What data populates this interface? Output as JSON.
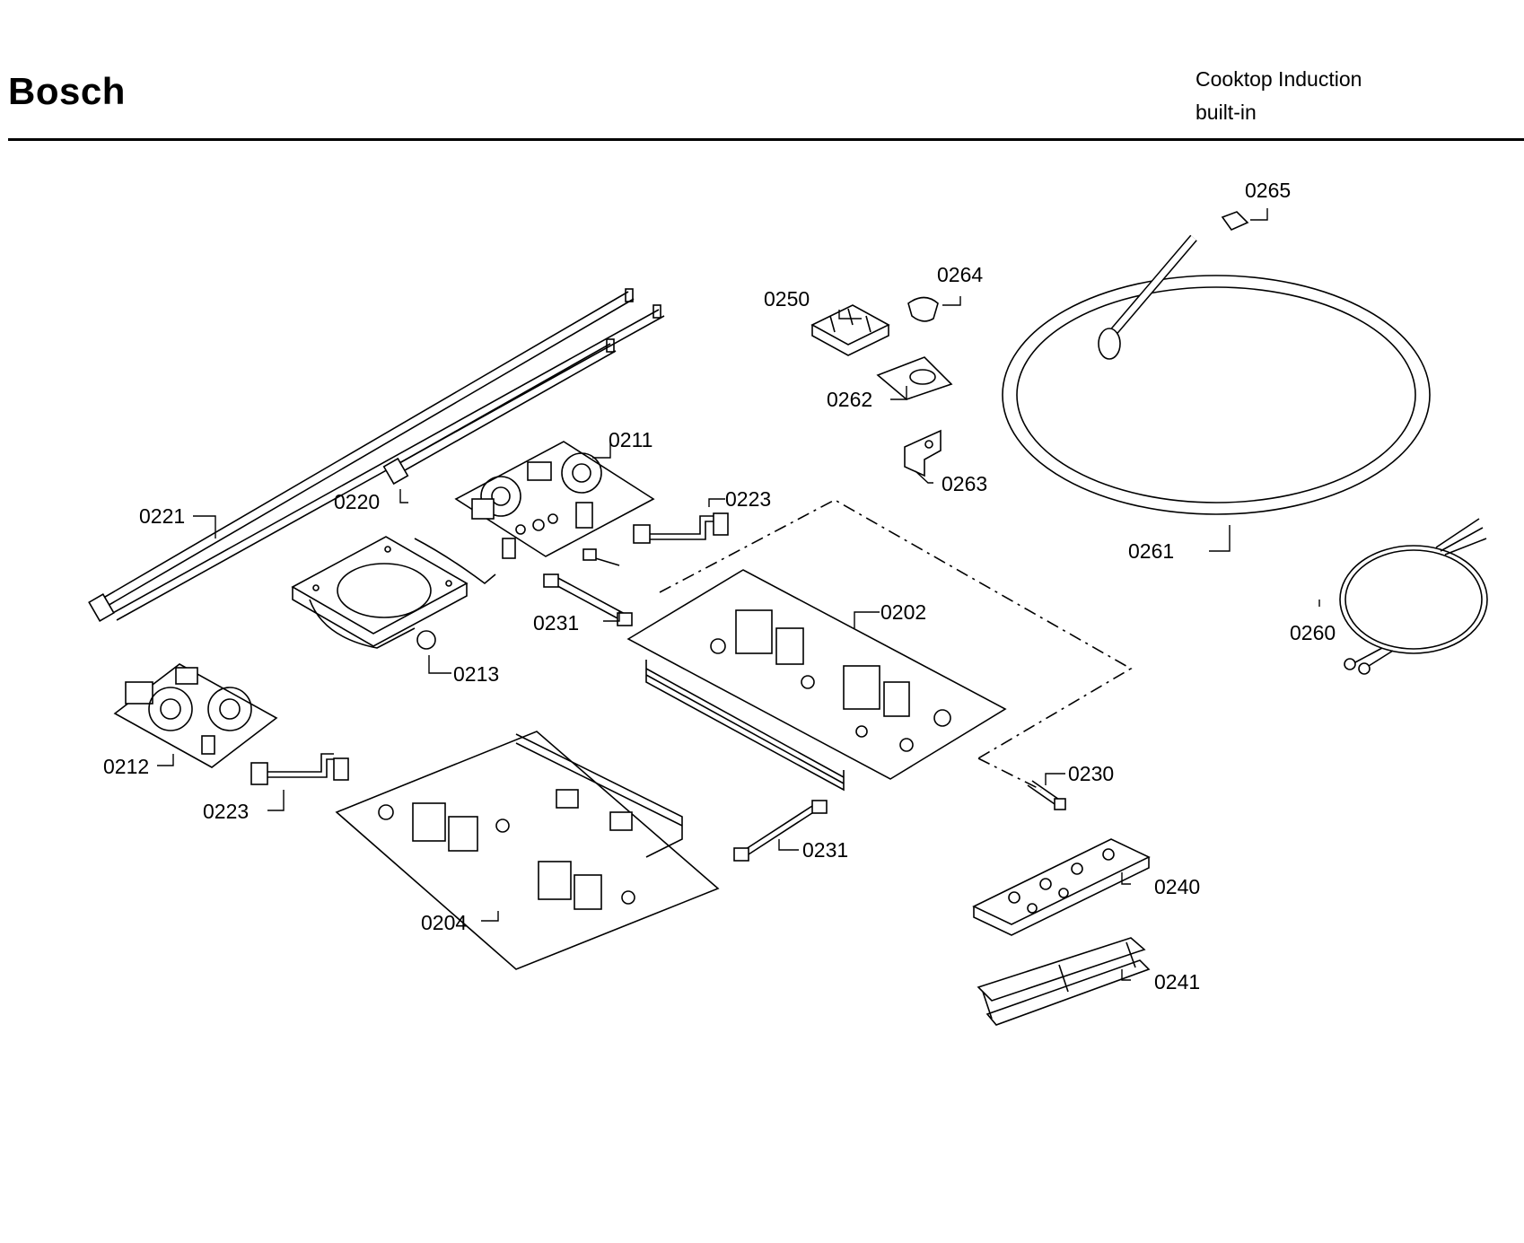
{
  "header": {
    "brand": "Bosch",
    "subtitle_line1": "Cooktop Induction",
    "subtitle_line2": "built-in"
  },
  "parts": [
    {
      "id": "0265",
      "label": "0265"
    },
    {
      "id": "0264",
      "label": "0264"
    },
    {
      "id": "0250",
      "label": "0250"
    },
    {
      "id": "0262",
      "label": "0262"
    },
    {
      "id": "0263",
      "label": "0263"
    },
    {
      "id": "0261",
      "label": "0261"
    },
    {
      "id": "0260",
      "label": "0260"
    },
    {
      "id": "0211",
      "label": "0211"
    },
    {
      "id": "0221",
      "label": "0221"
    },
    {
      "id": "0220",
      "label": "0220"
    },
    {
      "id": "0223a",
      "label": "0223"
    },
    {
      "id": "0231a",
      "label": "0231"
    },
    {
      "id": "0202",
      "label": "0202"
    },
    {
      "id": "0213",
      "label": "0213"
    },
    {
      "id": "0212",
      "label": "0212"
    },
    {
      "id": "0223b",
      "label": "0223"
    },
    {
      "id": "0230",
      "label": "0230"
    },
    {
      "id": "0231b",
      "label": "0231"
    },
    {
      "id": "0240",
      "label": "0240"
    },
    {
      "id": "0204",
      "label": "0204"
    },
    {
      "id": "0241",
      "label": "0241"
    }
  ]
}
